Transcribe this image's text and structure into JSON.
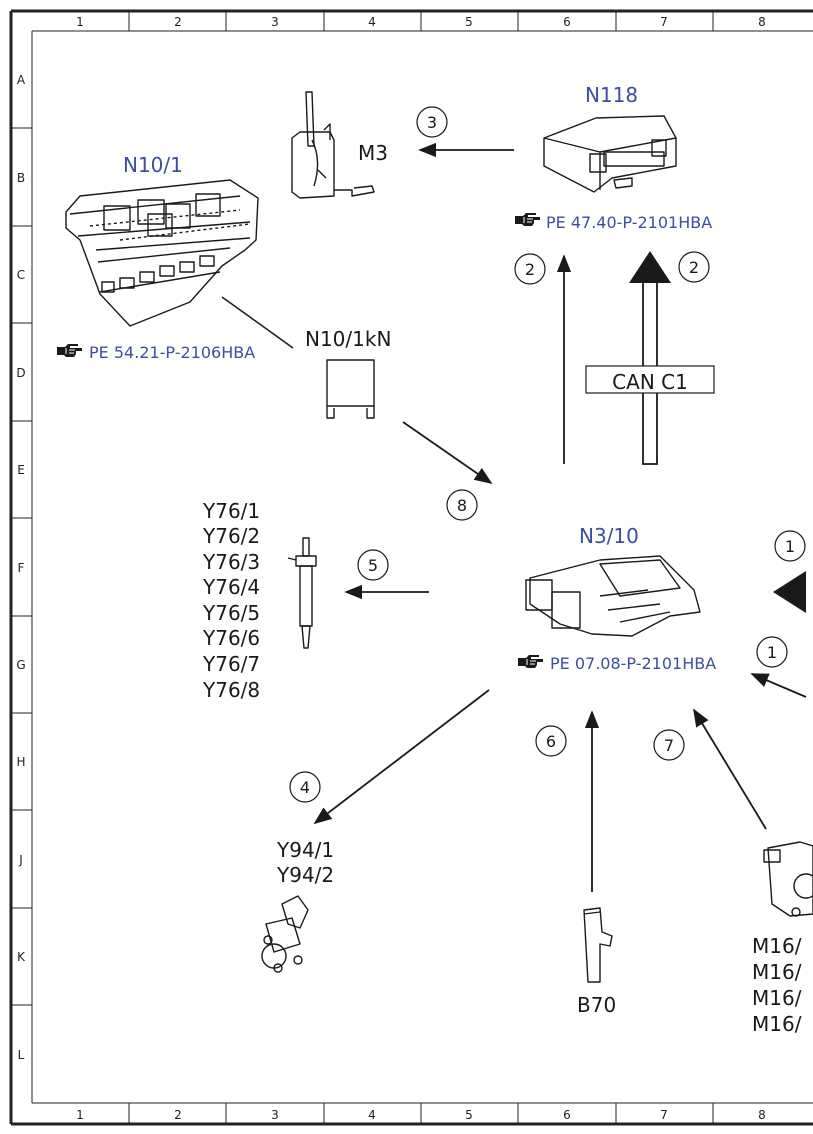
{
  "grid": {
    "columns": [
      "1",
      "2",
      "3",
      "4",
      "5",
      "6",
      "7",
      "8"
    ],
    "rows": [
      "A",
      "B",
      "C",
      "D",
      "E",
      "F",
      "G",
      "H",
      "J",
      "K",
      "L"
    ]
  },
  "components": {
    "n10_1": {
      "label": "N10/1",
      "ref": "PE 54.21-P-2106HBA"
    },
    "n10_1kn": {
      "label": "N10/1kN"
    },
    "m3": {
      "label": "M3"
    },
    "n118": {
      "label": "N118",
      "ref": "PE 47.40-P-2101HBA"
    },
    "can": {
      "label": "CAN C1"
    },
    "n3_10": {
      "label": "N3/10",
      "ref": "PE 07.08-P-2101HBA"
    },
    "y76": {
      "labels": [
        "Y76/1",
        "Y76/2",
        "Y76/3",
        "Y76/4",
        "Y76/5",
        "Y76/6",
        "Y76/7",
        "Y76/8"
      ]
    },
    "y94": {
      "labels": [
        "Y94/1",
        "Y94/2"
      ]
    },
    "b70": {
      "label": "B70"
    },
    "m16": {
      "labels": [
        "M16/",
        "M16/",
        "M16/",
        "M16/"
      ]
    }
  },
  "callouts": {
    "c1a": "1",
    "c1b": "1",
    "c2a": "2",
    "c2b": "2",
    "c3": "3",
    "c4": "4",
    "c5": "5",
    "c6": "6",
    "c7": "7",
    "c8": "8"
  },
  "icons": [
    "hand-pointer-icon"
  ]
}
